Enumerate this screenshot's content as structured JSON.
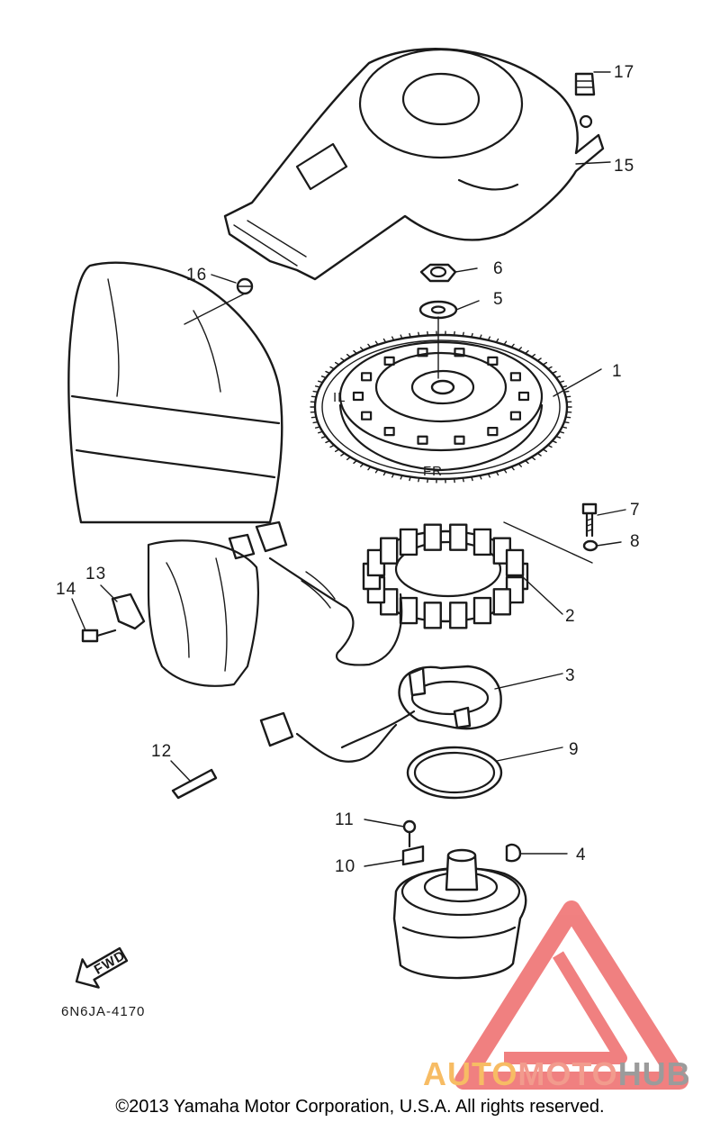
{
  "diagram": {
    "callouts": [
      "1",
      "2",
      "3",
      "4",
      "5",
      "6",
      "7",
      "8",
      "9",
      "10",
      "11",
      "12",
      "13",
      "14",
      "15",
      "16",
      "17"
    ],
    "diagram_code": "6N6JA-4170",
    "fwd_label": "FWD",
    "flywheel_marks": [
      "FR",
      "IL"
    ]
  },
  "watermark": {
    "part1": "AUTO",
    "part2": "MOTO",
    "part3": "HUB",
    "colors": {
      "auto": "#f6b14a",
      "moto": "#f08a7a",
      "hub": "#8a8a8a",
      "logo": "#ee6b6b"
    }
  },
  "footer": {
    "copyright": "©2013 Yamaha Motor Corporation, U.S.A. All rights reserved."
  }
}
